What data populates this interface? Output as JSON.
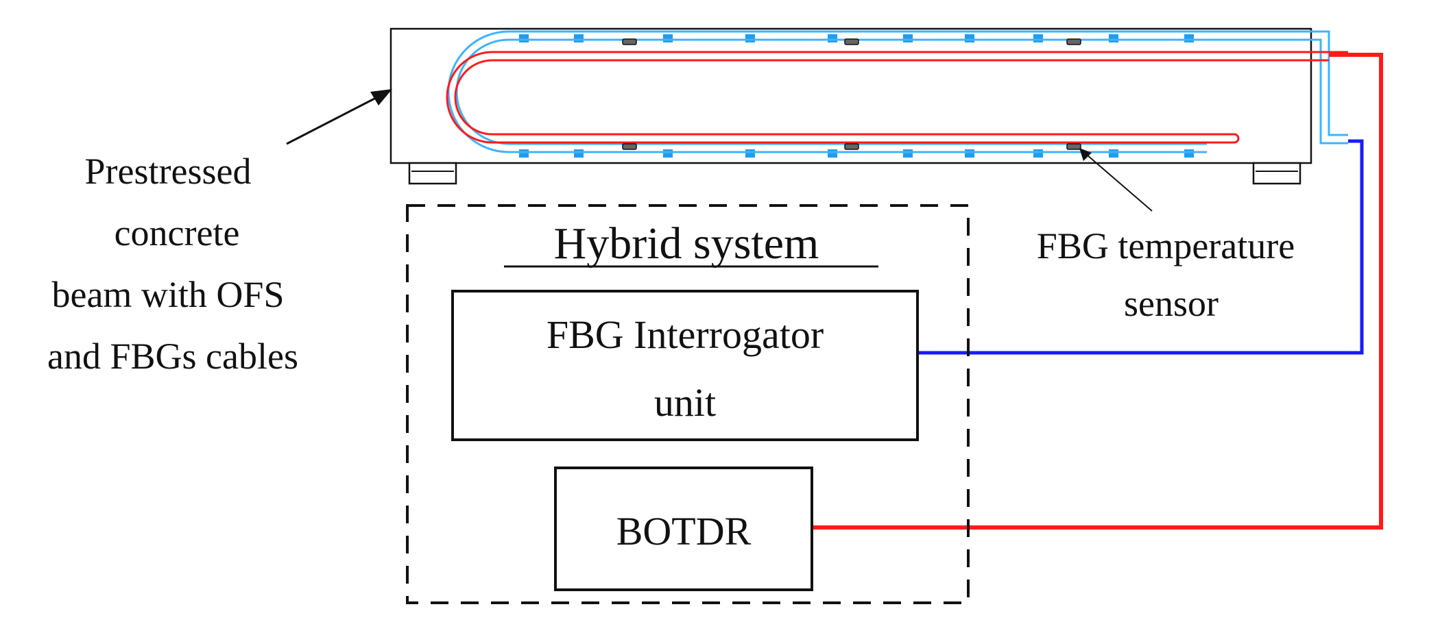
{
  "labels": {
    "beam_line1": "Prestressed",
    "beam_line2": "concrete",
    "beam_line3": "beam with  OFS",
    "beam_line4": "and FBGs cables",
    "hybrid_title": "Hybrid system",
    "interrogator_line1": "FBG Interrogator",
    "interrogator_line2": "unit",
    "botdr": "BOTDR",
    "sensor_line1": "FBG temperature",
    "sensor_line2": "sensor"
  },
  "colors": {
    "ofs_cable": "#ff1a1a",
    "fbg_cable_outline": "#3cb4ff",
    "fbg_connection": "#1a1aff",
    "botdr_connection": "#ff1a1a",
    "outline": "#111111"
  }
}
